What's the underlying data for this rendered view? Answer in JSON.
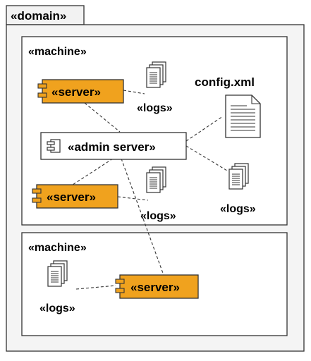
{
  "domain": {
    "label": "«domain»"
  },
  "machines": [
    {
      "label": "«machine»"
    },
    {
      "label": "«machine»"
    }
  ],
  "nodes": {
    "server_1": {
      "label": "«server»"
    },
    "admin_server": {
      "label": "«admin server»"
    },
    "server_2": {
      "label": "«server»"
    },
    "server_3": {
      "label": "«server»"
    },
    "logs_1": {
      "label": "«logs»"
    },
    "logs_2": {
      "label": "«logs»"
    },
    "logs_3": {
      "label": "«logs»"
    },
    "logs_4": {
      "label": "«logs»"
    },
    "config": {
      "label": "config.xml"
    }
  },
  "colors": {
    "server_fill": "#F0A21E",
    "stroke": "#333333",
    "domain_tab_fill": "#F2F2F2",
    "domain_fill": "#F4F4F4",
    "machine_fill": "#FFFFFF"
  }
}
